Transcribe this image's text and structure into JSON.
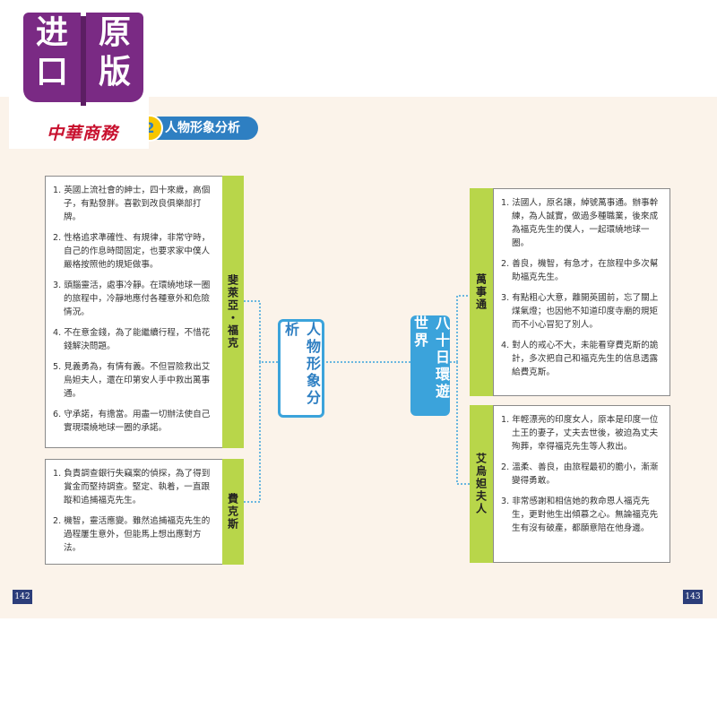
{
  "badge": {
    "line1_left": "进",
    "line1_right": "原",
    "line2_left": "口",
    "line2_right": "版",
    "seal": "中華商務"
  },
  "section": {
    "number": "2",
    "title": "人物形象分析"
  },
  "center": {
    "left_label": "人物形象分析",
    "right_label": "八十日環遊世界"
  },
  "fogg": {
    "name": "斐萊亞・福克",
    "items": [
      "1. 英國上流社會的紳士，四十來歲，高個子，有點發胖。喜歡到改良俱樂部打牌。",
      "2. 性格追求準確性、有規律，非常守時，自己的作息時間固定，也要求家中僕人嚴格按照他的規矩做事。",
      "3. 頭腦靈活，處事冷靜。在環繞地球一圈的旅程中，冷靜地應付各種意外和危險情況。",
      "4. 不在意金錢，為了能繼續行程，不惜花錢解決問題。",
      "5. 見義勇為，有情有義。不但冒險救出艾烏妲夫人，還在印第安人手中救出萬事通。",
      "6. 守承諾，有擔當。用盡一切辦法使自己實現環繞地球一圈的承諾。"
    ]
  },
  "fix": {
    "name": "費克斯",
    "items": [
      "1. 負責調查銀行失竊案的偵探，為了得到賞金而堅持調查。堅定、執着，一直跟蹤和追捕福克先生。",
      "2. 機智，靈活應變。雖然追捕福克先生的過程屢生意外，但能馬上想出應對方法。"
    ]
  },
  "passepartout": {
    "name": "萬事通",
    "items": [
      "1. 法國人，原名讓，綽號萬事通。辦事幹練，為人誠實，做過多種職業，後來成為福克先生的僕人，一起環繞地球一圈。",
      "2. 善良，機智，有急才，在旅程中多次幫助福克先生。",
      "3. 有點粗心大意，離開英國前，忘了關上煤氣燈；也因他不知道印度寺廟的規矩而不小心冒犯了別人。",
      "4. 對人的戒心不大，未能看穿費克斯的詭計，多次把自己和福克先生的信息透露給費克斯。"
    ]
  },
  "aouda": {
    "name": "艾烏妲夫人",
    "items": [
      "1. 年輕漂亮的印度女人，原本是印度一位土王的妻子，丈夫去世後，被迫為丈夫殉葬，幸得福克先生等人救出。",
      "2. 溫柔、善良，由旅程最初的膽小，漸漸變得勇敢。",
      "3. 非常感謝和相信她的救命恩人福克先生，更對他生出傾慕之心。無論福克先生有沒有破產，都願意陪在他身邊。"
    ]
  },
  "pages": {
    "left": "142",
    "right": "143"
  },
  "colors": {
    "accent_blue": "#3ba3db",
    "tab_green": "#b8d64a",
    "purple": "#7a2a84",
    "page_bg": "#fbf3ea"
  }
}
